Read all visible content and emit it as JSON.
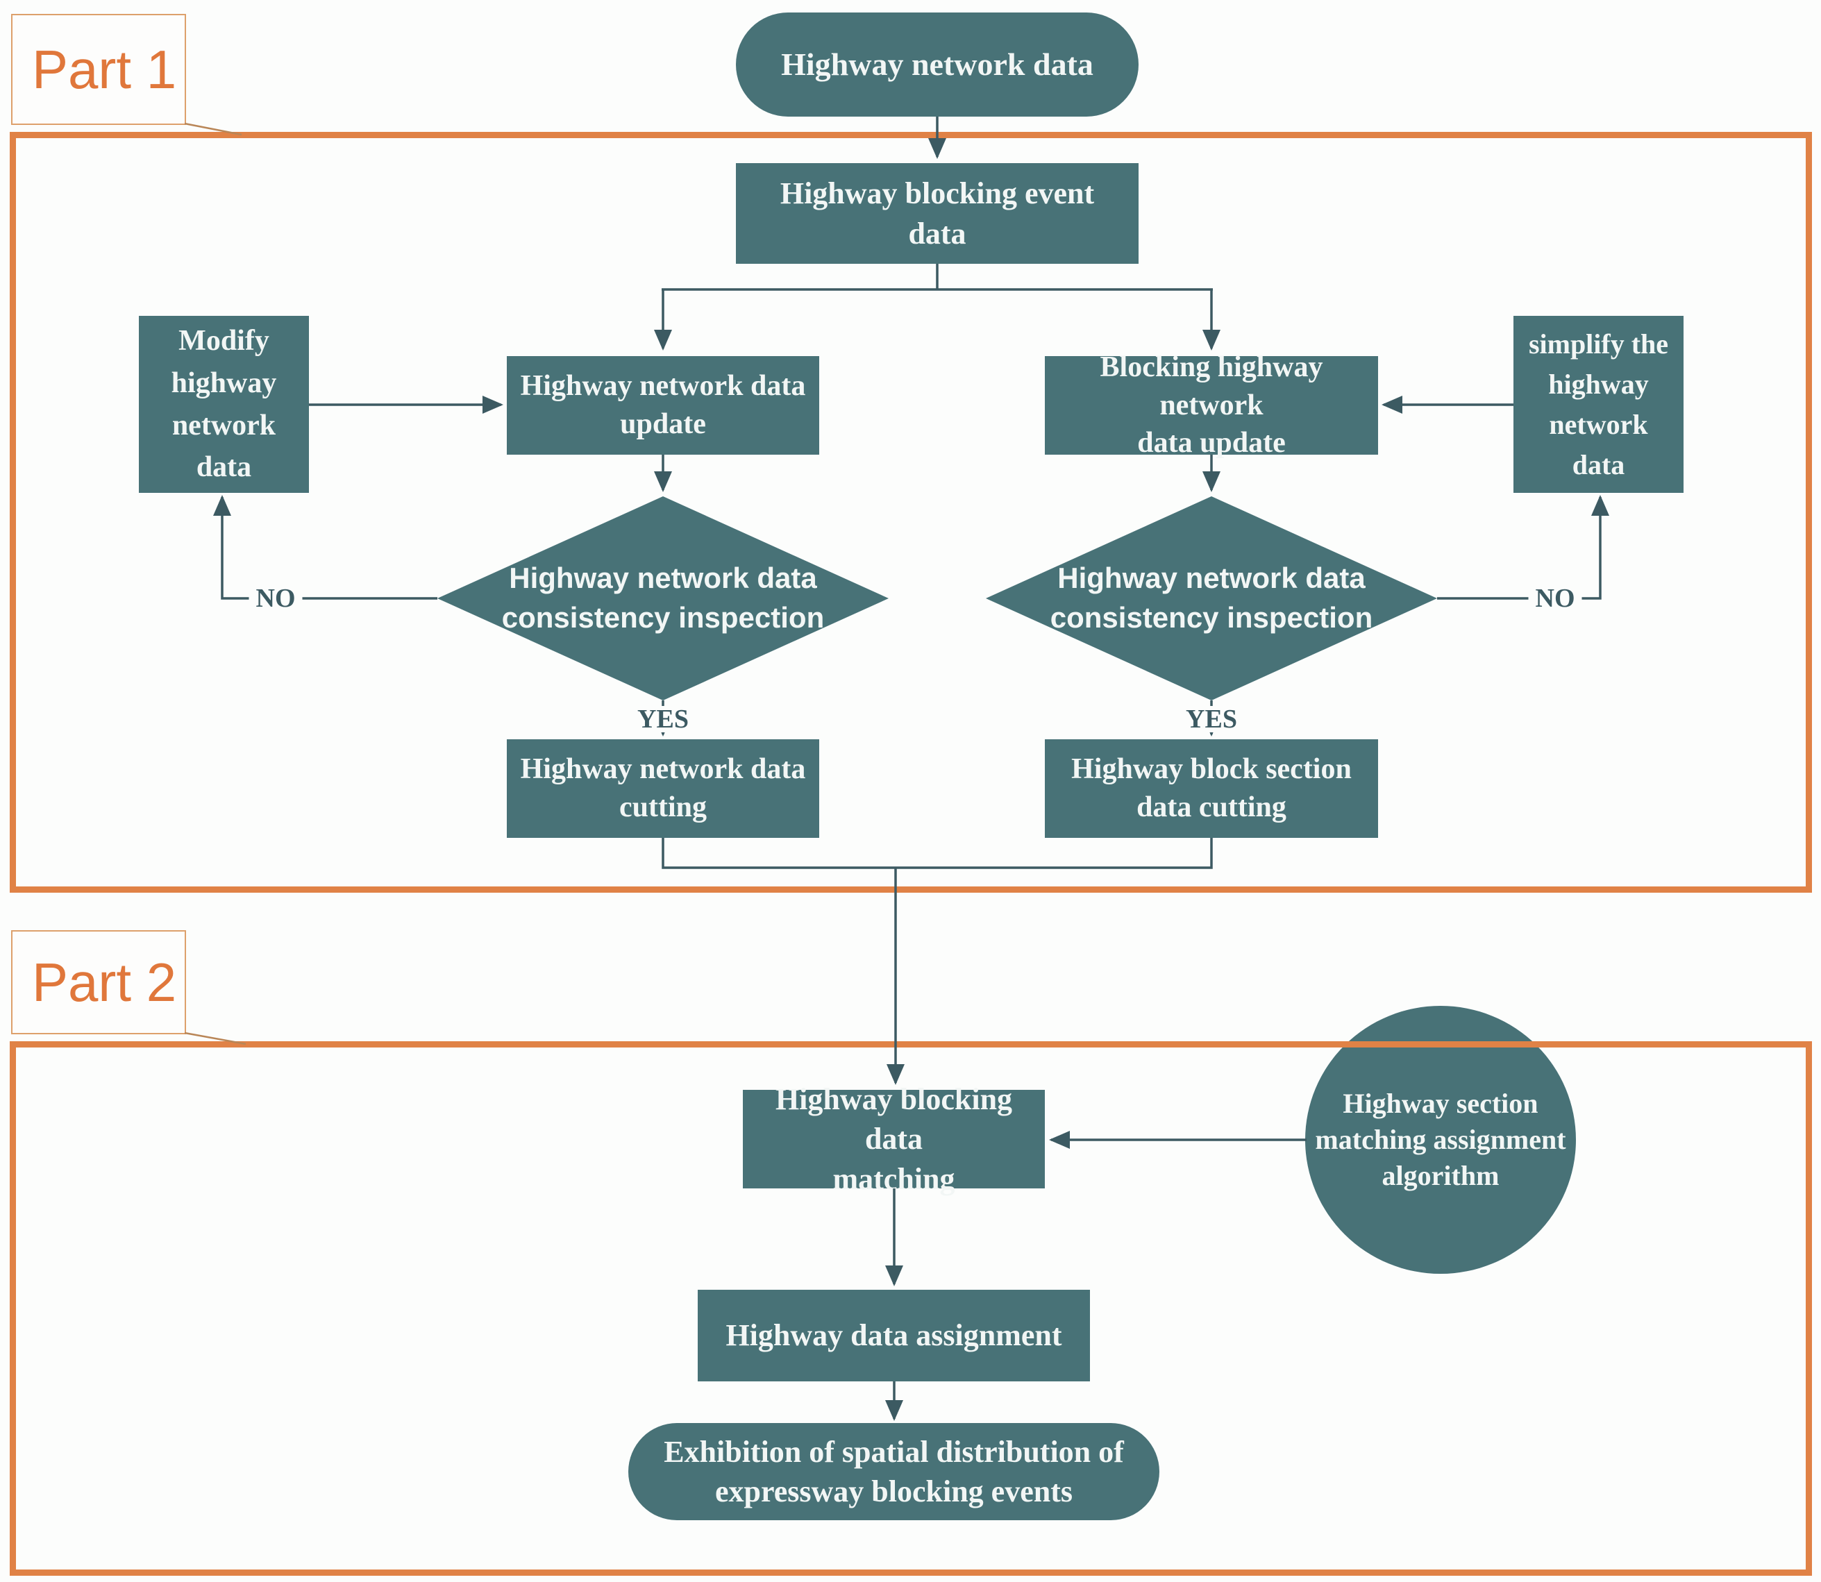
{
  "palette": {
    "node_fill": "#487277",
    "line": "#3c5a62",
    "frame_orange": "#e08246",
    "label_orange": "#e0773b",
    "node_text": "#f2f6f5"
  },
  "parts": {
    "part1": {
      "label": "Part 1"
    },
    "part2": {
      "label": "Part 2"
    }
  },
  "nodes": {
    "start": {
      "label": "Highway network data"
    },
    "event": {
      "label": "Highway blocking event\ndata"
    },
    "update_left": {
      "label": "Highway network data\nupdate"
    },
    "update_right": {
      "label": "Blocking highway network\ndata update"
    },
    "modify": {
      "label": "Modify\nhighway\nnetwork\ndata"
    },
    "simplify": {
      "label": "simplify the\nhighway\nnetwork\ndata"
    },
    "inspect_left": {
      "label": "Highway network data\nconsistency inspection"
    },
    "inspect_right": {
      "label": "Highway network data\nconsistency inspection"
    },
    "cutting_left": {
      "label": "Highway network data\ncutting"
    },
    "cutting_right": {
      "label": "Highway block section\ndata cutting"
    },
    "matching": {
      "label": "Highway blocking data\nmatching"
    },
    "algorithm": {
      "label": "Highway section\nmatching assignment\nalgorithm"
    },
    "assignment": {
      "label": "Highway data assignment"
    },
    "exhibition": {
      "label": "Exhibition of spatial distribution of\nexpressway blocking events"
    }
  },
  "edge_labels": {
    "yes_left": "YES",
    "yes_right": "YES",
    "no_left": "NO",
    "no_right": "NO"
  }
}
